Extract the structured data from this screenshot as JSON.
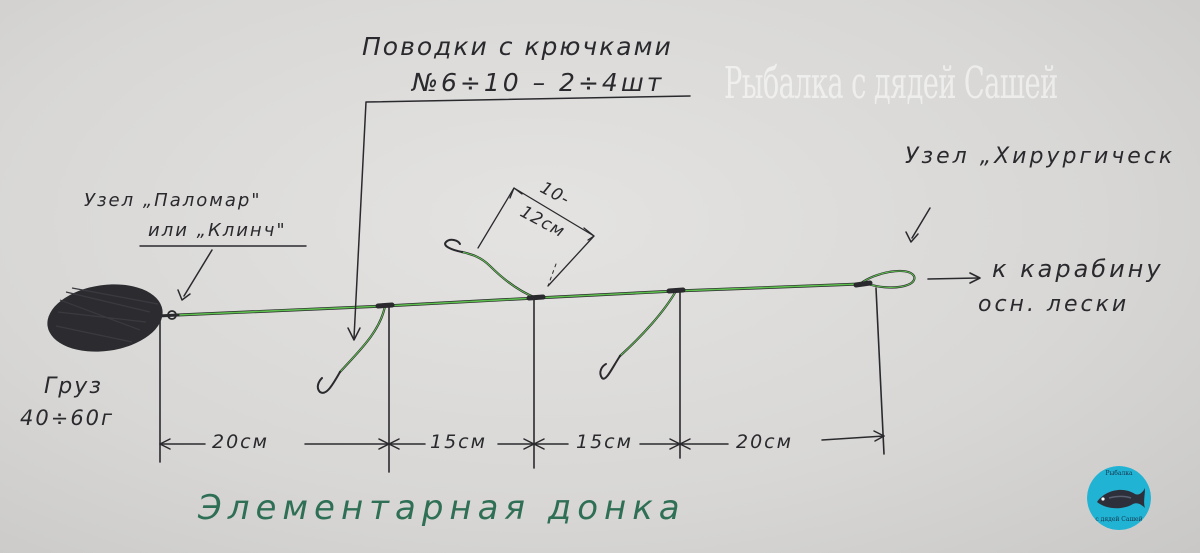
{
  "diagram": {
    "watermark": "Рыбалка с дядей Сашей",
    "hooks_label": {
      "line1": "Поводки с крючками",
      "line2": "№6÷10 – 2÷4шт"
    },
    "knot_left": {
      "line1": "Узел „Паломар\"",
      "line2": "или „Клинч\""
    },
    "knot_right": "Узел „Хирургическ",
    "to_carabiner": "к карабину",
    "main_line": "осн. лески",
    "weight": {
      "line1": "Груз",
      "line2": "40÷60г"
    },
    "leader_length": {
      "line1": "10-",
      "line2": "12см"
    },
    "distances": [
      "20см",
      "15см",
      "15см",
      "20см"
    ],
    "title": "Элементарная донка",
    "logo": {
      "line1": "Рыбалка",
      "line2": "с дядей Сашей"
    },
    "colors": {
      "paper": "#dcdbd9",
      "ink": "#2a2a2e",
      "line_green": "#3f9a3a",
      "title_green": "#2f6f55",
      "weight_dark": "#2c2c30",
      "logo_bg": "#21b3d4",
      "watermark": "#ffffff"
    }
  }
}
